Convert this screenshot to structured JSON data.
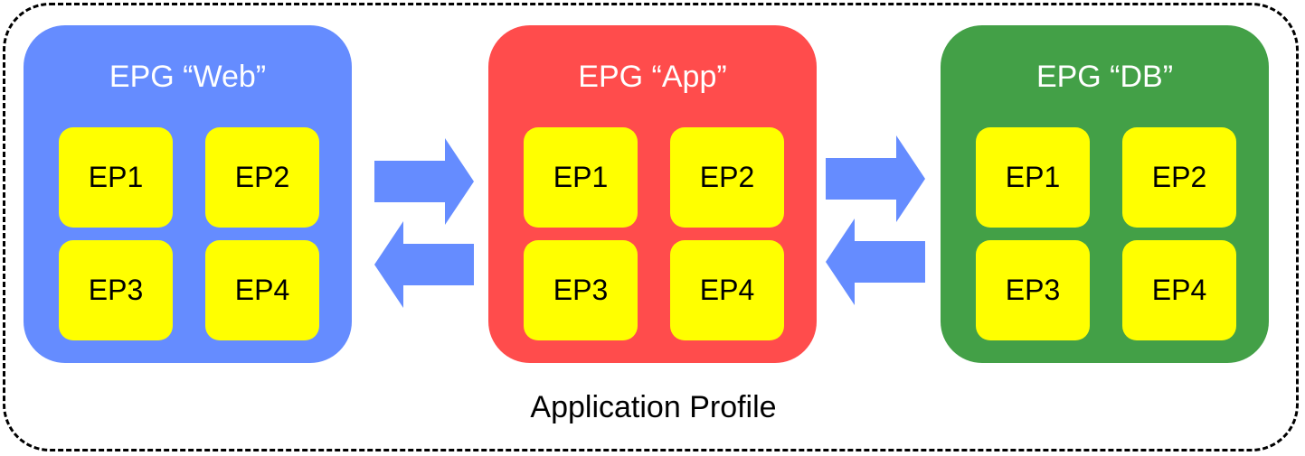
{
  "profile": {
    "label": "Application Profile"
  },
  "epgs": [
    {
      "title": "EPG “Web”",
      "color": "#658cff",
      "endpoints": [
        "EP1",
        "EP2",
        "EP3",
        "EP4"
      ]
    },
    {
      "title": "EPG “App”",
      "color": "#ff4c4c",
      "endpoints": [
        "EP1",
        "EP2",
        "EP3",
        "EP4"
      ]
    },
    {
      "title": "EPG “DB”",
      "color": "#43a047",
      "endpoints": [
        "EP1",
        "EP2",
        "EP3",
        "EP4"
      ]
    }
  ],
  "colors": {
    "endpoint": "#ffff00",
    "arrow": "#658cff",
    "border": "#000000"
  }
}
